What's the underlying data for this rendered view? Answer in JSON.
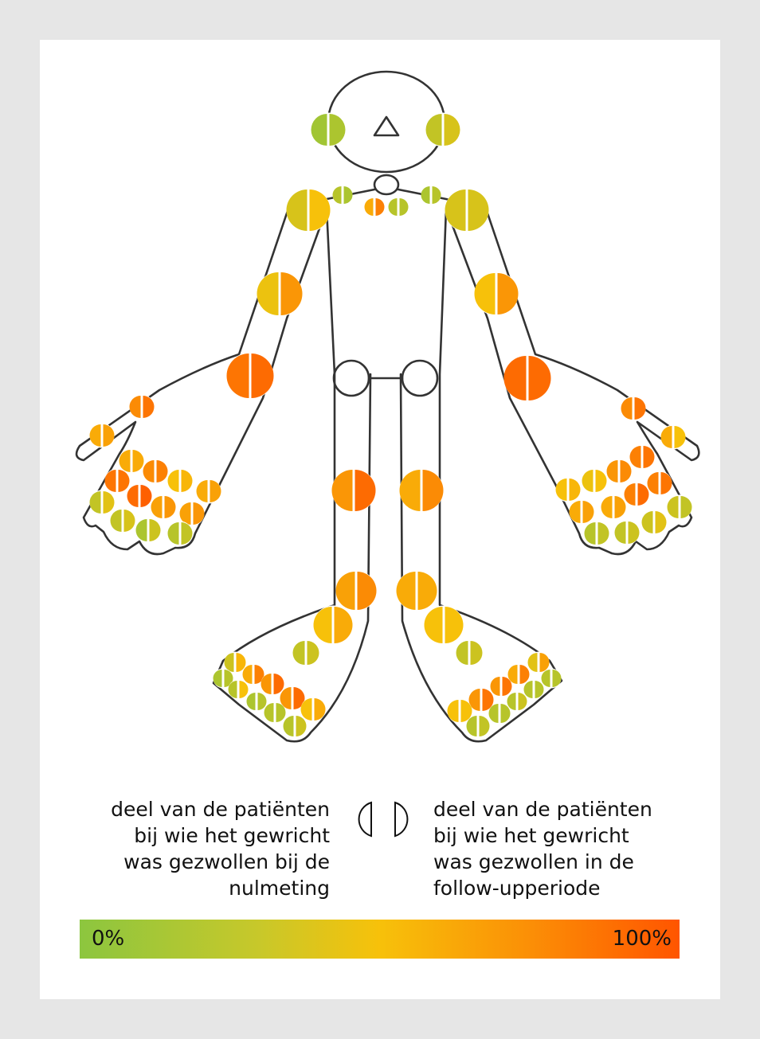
{
  "colors": {
    "low": "#8cc63f",
    "mid": "#f7c10a",
    "high": "#ff5500",
    "outline": "#333333"
  },
  "legend": {
    "left_lines": [
      "deel van de patiënten",
      "bij wie het gewricht",
      "was gezwollen bij de",
      "nulmeting"
    ],
    "right_lines": [
      "deel van de patiënten",
      "bij wie het gewricht",
      "was gezwollen in de",
      "follow-upperiode"
    ],
    "scale_min": "0%",
    "scale_max": "100%"
  },
  "joints": [
    [
      0.1,
      0.15
    ],
    [
      0.25,
      0.35
    ],
    [
      0.2,
      0.15
    ],
    [
      0.6,
      0.8
    ],
    [
      0.2,
      0.2
    ],
    [
      0.15,
      0.2
    ],
    [
      0.35,
      0.5
    ],
    [
      0.35,
      0.35
    ],
    [
      0.45,
      0.7
    ],
    [
      0.5,
      0.7
    ],
    [
      0.85,
      0.9
    ],
    [
      0.9,
      0.9
    ],
    [
      0.75,
      0.85
    ],
    [
      0.6,
      0.65
    ],
    [
      0.6,
      0.6
    ],
    [
      0.75,
      0.8
    ],
    [
      0.5,
      0.55
    ],
    [
      0.6,
      0.65
    ],
    [
      0.85,
      0.85
    ],
    [
      0.9,
      0.95
    ],
    [
      0.65,
      0.7
    ],
    [
      0.65,
      0.7
    ],
    [
      0.25,
      0.4
    ],
    [
      0.25,
      0.35
    ],
    [
      0.15,
      0.3
    ],
    [
      0.2,
      0.25
    ],
    [
      0.75,
      0.85
    ],
    [
      0.6,
      0.5
    ],
    [
      0.8,
      0.85
    ],
    [
      0.7,
      0.75
    ],
    [
      0.45,
      0.5
    ],
    [
      0.5,
      0.55
    ],
    [
      0.8,
      0.85
    ],
    [
      0.8,
      0.9
    ],
    [
      0.6,
      0.65
    ],
    [
      0.6,
      0.65
    ],
    [
      0.3,
      0.25
    ],
    [
      0.3,
      0.4
    ],
    [
      0.25,
      0.3
    ],
    [
      0.2,
      0.25
    ],
    [
      0.7,
      0.9
    ],
    [
      0.6,
      0.75
    ],
    [
      0.65,
      0.75
    ],
    [
      0.6,
      0.6
    ],
    [
      0.5,
      0.6
    ],
    [
      0.5,
      0.5
    ],
    [
      0.25,
      0.3
    ],
    [
      0.25,
      0.3
    ],
    [
      0.3,
      0.55
    ],
    [
      0.6,
      0.8
    ],
    [
      0.7,
      0.9
    ],
    [
      0.7,
      0.9
    ],
    [
      0.5,
      0.6
    ],
    [
      0.15,
      0.2
    ],
    [
      0.2,
      0.5
    ],
    [
      0.15,
      0.2
    ],
    [
      0.2,
      0.2
    ],
    [
      0.2,
      0.3
    ],
    [
      0.4,
      0.65
    ],
    [
      0.6,
      0.8
    ],
    [
      0.7,
      0.85
    ],
    [
      0.7,
      0.85
    ],
    [
      0.5,
      0.5
    ],
    [
      0.2,
      0.2
    ],
    [
      0.2,
      0.2
    ],
    [
      0.2,
      0.3
    ],
    [
      0.2,
      0.2
    ],
    [
      0.2,
      0.25
    ]
  ]
}
